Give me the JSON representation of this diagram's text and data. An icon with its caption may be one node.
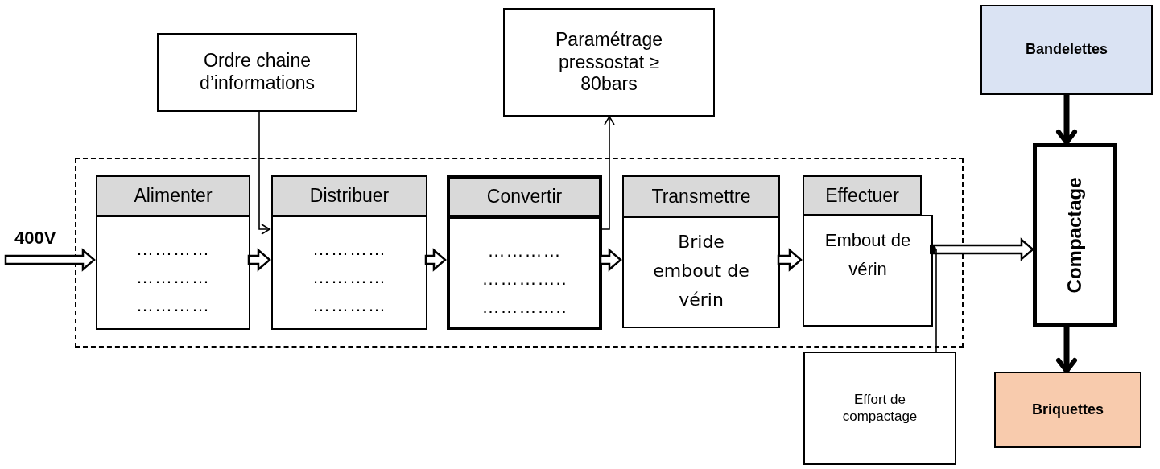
{
  "diagram": {
    "nodes": [
      {
        "text": [],
        "shape": "box"
      },
      {
        "text": [
          "Alimenter",
          "…………",
          "…………",
          "…………"
        ],
        "in": 0
      },
      {
        "text": [
          "Distribuer",
          "…………",
          "…………",
          "…………"
        ],
        "in": 0
      },
      {
        "text": [
          "Convertir",
          "…………",
          "…………..",
          "………….."
        ],
        "in": 0
      },
      {
        "text": [
          "Transmettre",
          "Bride embout de vérin"
        ],
        "in": 0
      },
      {
        "text": [
          "Effectuer",
          "Embout de vérin"
        ],
        "in": 0
      },
      {
        "text": [
          "Ordre chaine d’informations"
        ]
      },
      {
        "text": [
          "Paramétrage pressostat ≥ 80bars"
        ]
      },
      {
        "text": [
          "Bandelettes"
        ]
      },
      {
        "text": [
          "Compactage"
        ]
      },
      {
        "text": [
          "Briquettes"
        ]
      },
      {
        "text": [
          "Effort de compactage"
        ]
      }
    ],
    "edges": [
      {
        "from": null,
        "to": 1,
        "arrow": "to",
        "label": "400V",
        "style": "thick"
      },
      {
        "from": 1,
        "to": 2,
        "arrow": "to",
        "style": "thick"
      },
      {
        "from": 2,
        "to": 3,
        "arrow": "to",
        "style": "thick"
      },
      {
        "from": 3,
        "to": 4,
        "arrow": "to",
        "style": "thick"
      },
      {
        "from": 4,
        "to": 5,
        "arrow": "to",
        "style": "thick"
      },
      {
        "from": 5,
        "to": 9,
        "arrow": "to",
        "style": "thick"
      },
      {
        "from": 6,
        "to": 2,
        "arrow": "to"
      },
      {
        "from": 3,
        "to": 7,
        "arrow": "to"
      },
      {
        "from": 8,
        "to": 9,
        "arrow": "to",
        "style": "thick"
      },
      {
        "from": 9,
        "to": 10,
        "arrow": "to",
        "style": "thick"
      },
      {
        "from": 11,
        "to": 5,
        "arrow": "other"
      }
    ]
  }
}
